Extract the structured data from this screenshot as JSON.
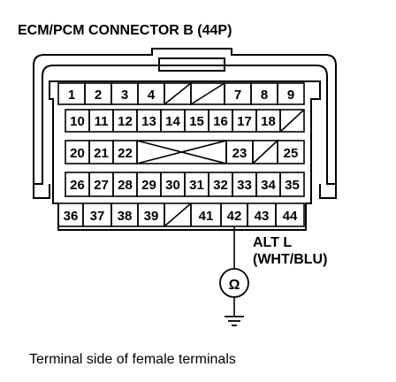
{
  "title": "ECM/PCM CONNECTOR B (44P)",
  "connector": {
    "rows": [
      [
        "1",
        "2",
        "3",
        "4",
        "/",
        "/",
        "7",
        "8",
        "9"
      ],
      [
        "10",
        "11",
        "12",
        "13",
        "14",
        "15",
        "16",
        "17",
        "18",
        "/"
      ],
      [
        "20",
        "21",
        "22",
        "X",
        "23",
        "/",
        "25"
      ],
      [
        "26",
        "27",
        "28",
        "29",
        "30",
        "31",
        "32",
        "33",
        "34",
        "35"
      ],
      [
        "36",
        "37",
        "38",
        "39",
        "/",
        "41",
        "42",
        "43",
        "44"
      ]
    ]
  },
  "wire": {
    "terminal": "42",
    "name": "ALT L",
    "color": "(WHT/BLU)",
    "meter_symbol": "Ω"
  },
  "caption": "Terminal side of female terminals"
}
